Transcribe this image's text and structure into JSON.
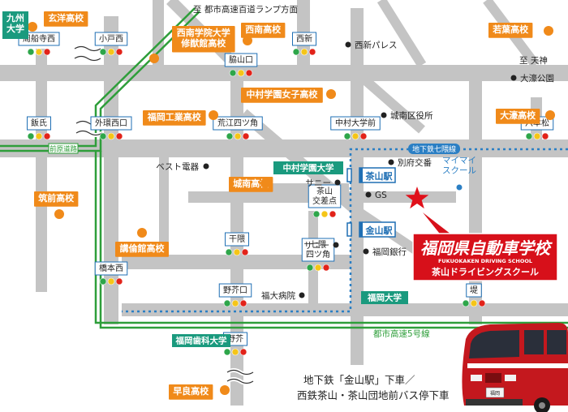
{
  "colors": {
    "road": "#bdbdbd",
    "expressway": "#2e9e3a",
    "subway": "#2b7fc4",
    "school_orange": "#f08a1a",
    "university_green": "#1a9a7e",
    "station_blue": "#1f6fb4",
    "brand_red": "#d7101a",
    "star_red": "#e0101a"
  },
  "top_notes": {
    "to_expressway_lamp": "至 都市高速百道ランプ方面",
    "to_tenjin": "至 天神"
  },
  "intersections": [
    {
      "id": "shuhunjimae",
      "label": "周船寺西"
    },
    {
      "id": "kotobunishi",
      "label": "小戸西"
    },
    {
      "id": "wakiyamaguchi",
      "label": "脇山口"
    },
    {
      "id": "nishijin",
      "label": "西新"
    },
    {
      "id": "iiuji",
      "label": "飯氏"
    },
    {
      "id": "gaikannishiguchi",
      "label": "外環西口"
    },
    {
      "id": "araeyotsukado",
      "label": "荒江四ツ角"
    },
    {
      "id": "nakamuradaigakumae",
      "label": "中村大学前"
    },
    {
      "id": "ropponmatsu",
      "label": "六本松"
    },
    {
      "id": "senzai",
      "label": "干隈"
    },
    {
      "id": "hashimotonishi",
      "label": "橋本西"
    },
    {
      "id": "nanakuma",
      "label": "七隈\n四ツ角"
    },
    {
      "id": "chayamakousaten",
      "label": "茶山\n交差点"
    },
    {
      "id": "noseguchi",
      "label": "野芥口"
    },
    {
      "id": "tsutsumi",
      "label": "堤"
    },
    {
      "id": "noke",
      "label": "野芥"
    }
  ],
  "schools": [
    {
      "id": "genyou",
      "label": "玄洋高校"
    },
    {
      "id": "seinan_gakuin",
      "label": "西南学院大学\n修猷館高校"
    },
    {
      "id": "seinan",
      "label": "西南高校"
    },
    {
      "id": "wakaba",
      "label": "若葉高校"
    },
    {
      "id": "nakamura_joshi",
      "label": "中村学園女子高校"
    },
    {
      "id": "fukuoka_kogyo",
      "label": "福岡工業高校"
    },
    {
      "id": "ohori",
      "label": "大濠高校"
    },
    {
      "id": "chikuzen",
      "label": "筑前高校"
    },
    {
      "id": "jonan",
      "label": "城南高校"
    },
    {
      "id": "korinkan",
      "label": "講倫館高校"
    },
    {
      "id": "sawara",
      "label": "早良高校"
    }
  ],
  "universities": [
    {
      "id": "kyushu",
      "label": "九州\n大学"
    },
    {
      "id": "nakamura_gakuen",
      "label": "中村学園大学"
    },
    {
      "id": "fukuoka_univ",
      "label": "福岡大学"
    },
    {
      "id": "fukuoka_shika",
      "label": "福岡歯科大学"
    }
  ],
  "stations": [
    {
      "id": "chayama",
      "label": "茶山駅"
    },
    {
      "id": "kanayama",
      "label": "金山駅"
    }
  ],
  "landmarks": [
    {
      "id": "nishijin_palace",
      "label": "西新パレス"
    },
    {
      "id": "ohori_park",
      "label": "大濠公園"
    },
    {
      "id": "jonan_ward",
      "label": "城南区役所"
    },
    {
      "id": "beppu_koban",
      "label": "別府交番"
    },
    {
      "id": "best_denki",
      "label": "ベスト電器"
    },
    {
      "id": "sunny1",
      "label": "サニー"
    },
    {
      "id": "gs",
      "label": "GS"
    },
    {
      "id": "sunny2",
      "label": "サニー"
    },
    {
      "id": "fukuoka_bank",
      "label": "福岡銀行"
    },
    {
      "id": "fukudai_hospital",
      "label": "福大病院"
    },
    {
      "id": "maimai",
      "label": "マイマイ\nスクール"
    }
  ],
  "roads": {
    "maebaru_road": "前原道路",
    "subway_line": "地下鉄七隈線",
    "expressway5": "都市高速5号線"
  },
  "brand": {
    "name": "福岡県自動車学校",
    "romaji": "FUKUOKAKEN DRIVING SCHOOL",
    "sub": "茶山ドライビングスクール"
  },
  "directions": {
    "line1": "地下鉄「金山駅」下車／",
    "line2": "西鉄茶山・茶山団地前バス停下車"
  },
  "bus": {
    "plate": "福岡"
  }
}
